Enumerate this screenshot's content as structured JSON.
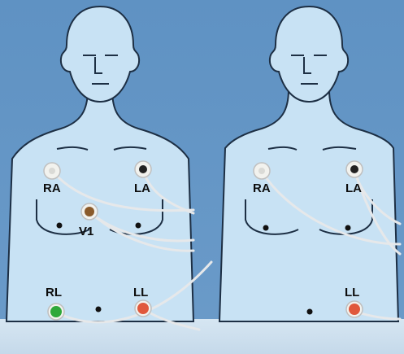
{
  "left_panel": {
    "labels": {
      "ra": "RA",
      "la": "LA",
      "v1": "V1",
      "rl": "RL",
      "ll": "LL"
    }
  },
  "right_panel": {
    "labels": {
      "ra": "RA",
      "la": "LA",
      "ll": "LL"
    }
  },
  "colors": {
    "background_blue": "#5d90c1",
    "body_fill": "#c8e2f4",
    "outline": "#1d2f44",
    "electrode_white": "#f2f2ee",
    "electrode_black": "#222222",
    "electrode_brown": "#8a5a2a",
    "electrode_green": "#2fa83a",
    "electrode_red": "#e0583c",
    "cable": "#e6e8ea"
  },
  "icons": [
    "human-torso-figure",
    "electrode-snap-icon",
    "lead-cable"
  ]
}
